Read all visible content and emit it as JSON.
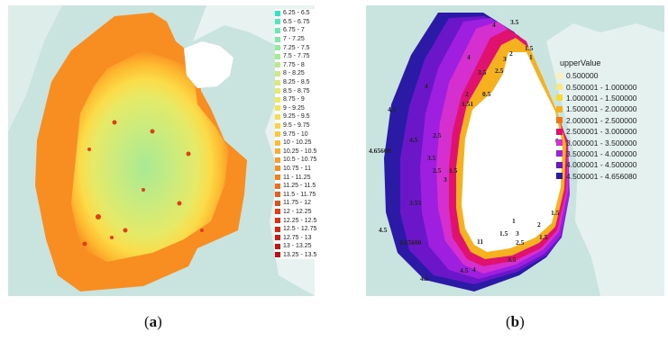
{
  "panel_a": {
    "caption_open": "(",
    "caption_letter": "a",
    "caption_close": ")",
    "legend": [
      {
        "label": "6.25 - 6.5",
        "color": "#33e6c2"
      },
      {
        "label": "6.5 - 6.75",
        "color": "#4de8bb"
      },
      {
        "label": "6.75 - 7",
        "color": "#66e9b3"
      },
      {
        "label": "7 - 7.25",
        "color": "#7fe9a9"
      },
      {
        "label": "7.25 - 7.5",
        "color": "#94ea9e"
      },
      {
        "label": "7.5 - 7.75",
        "color": "#a8ea93"
      },
      {
        "label": "7.75 - 8",
        "color": "#baeb88"
      },
      {
        "label": "8 - 8.25",
        "color": "#cbeb7d"
      },
      {
        "label": "8.25 - 8.5",
        "color": "#d9ea72"
      },
      {
        "label": "8.5 - 8.75",
        "color": "#e5ea67"
      },
      {
        "label": "8.75 - 9",
        "color": "#efe85c"
      },
      {
        "label": "9 - 9.25",
        "color": "#f6e352"
      },
      {
        "label": "9.25 - 9.5",
        "color": "#fbdc49"
      },
      {
        "label": "9.5 - 9.75",
        "color": "#fdd240"
      },
      {
        "label": "9.75 - 10",
        "color": "#fec638"
      },
      {
        "label": "10 - 10.25",
        "color": "#feba31"
      },
      {
        "label": "10.25 - 10.5",
        "color": "#fdac2b"
      },
      {
        "label": "10.5 - 10.75",
        "color": "#fb9d26"
      },
      {
        "label": "10.75 - 11",
        "color": "#f88e22"
      },
      {
        "label": "11 - 11.25",
        "color": "#f47f1f"
      },
      {
        "label": "11.25 - 11.5",
        "color": "#ef6e1c"
      },
      {
        "label": "11.5 - 11.75",
        "color": "#ea5e1a"
      },
      {
        "label": "11.75 - 12",
        "color": "#e44e18"
      },
      {
        "label": "12 - 12.25",
        "color": "#de3f17"
      },
      {
        "label": "12.25 - 12.5",
        "color": "#d83216"
      },
      {
        "label": "12.5 - 12.75",
        "color": "#d22616"
      },
      {
        "label": "12.75 - 13",
        "color": "#cc1c16"
      },
      {
        "label": "13 - 13.25",
        "color": "#c41516"
      },
      {
        "label": "13.25 - 13.5",
        "color": "#bb1016"
      }
    ]
  },
  "panel_b": {
    "caption_open": "(",
    "caption_letter": "b",
    "caption_close": ")",
    "legend_title": "upperValue",
    "legend": [
      {
        "label": "0.500000",
        "color": "#fbf1b8"
      },
      {
        "label": "0.500001 - 1.000000",
        "color": "#fbe87c"
      },
      {
        "label": "1.000001 - 1.500000",
        "color": "#fad92e"
      },
      {
        "label": "1.500001 - 2.000000",
        "color": "#f6b11f"
      },
      {
        "label": "2.000001 - 2.500000",
        "color": "#ef7417"
      },
      {
        "label": "2.500001 - 3.000000",
        "color": "#e0126f"
      },
      {
        "label": "3.000001 - 3.500000",
        "color": "#d62fd0"
      },
      {
        "label": "3.500001 - 4.000000",
        "color": "#9f1fe0"
      },
      {
        "label": "4.000001 - 4.500000",
        "color": "#6b17c9"
      },
      {
        "label": "4.500001 - 4.656080",
        "color": "#2a1aa6"
      }
    ],
    "zone_labels": [
      "4",
      "3.5",
      "1.5",
      "2",
      "3",
      "1",
      "4",
      "3.5",
      "2.5",
      "2",
      "0.5",
      "1.51",
      "4",
      "4.5",
      "4.5",
      "4.65600",
      "2.5",
      "3.5",
      "2.5",
      "1.5",
      "3",
      "3.53",
      "0.",
      "1.5",
      "1",
      "2",
      "1.5",
      "3",
      "2.5",
      "1.5",
      "11",
      "3.5",
      "4.5",
      "4.5",
      "4",
      "4.65600",
      "4.5"
    ]
  }
}
